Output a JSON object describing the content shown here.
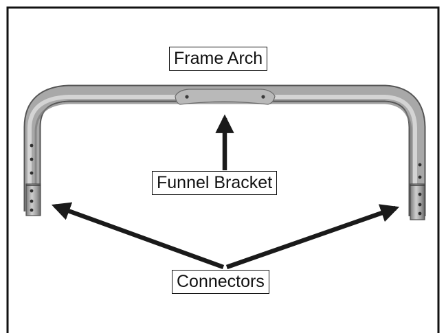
{
  "labels": {
    "frame_arch": "Frame Arch",
    "funnel_bracket": "Funnel Bracket",
    "connectors": "Connectors"
  },
  "colors": {
    "frame_border": "#111111",
    "arrow": "#1a1a1a",
    "tube_dark": "#6f6f6f",
    "tube_mid": "#a9a9a9",
    "tube_light": "#d4d4d4",
    "bracket": "#b6b6b6"
  }
}
